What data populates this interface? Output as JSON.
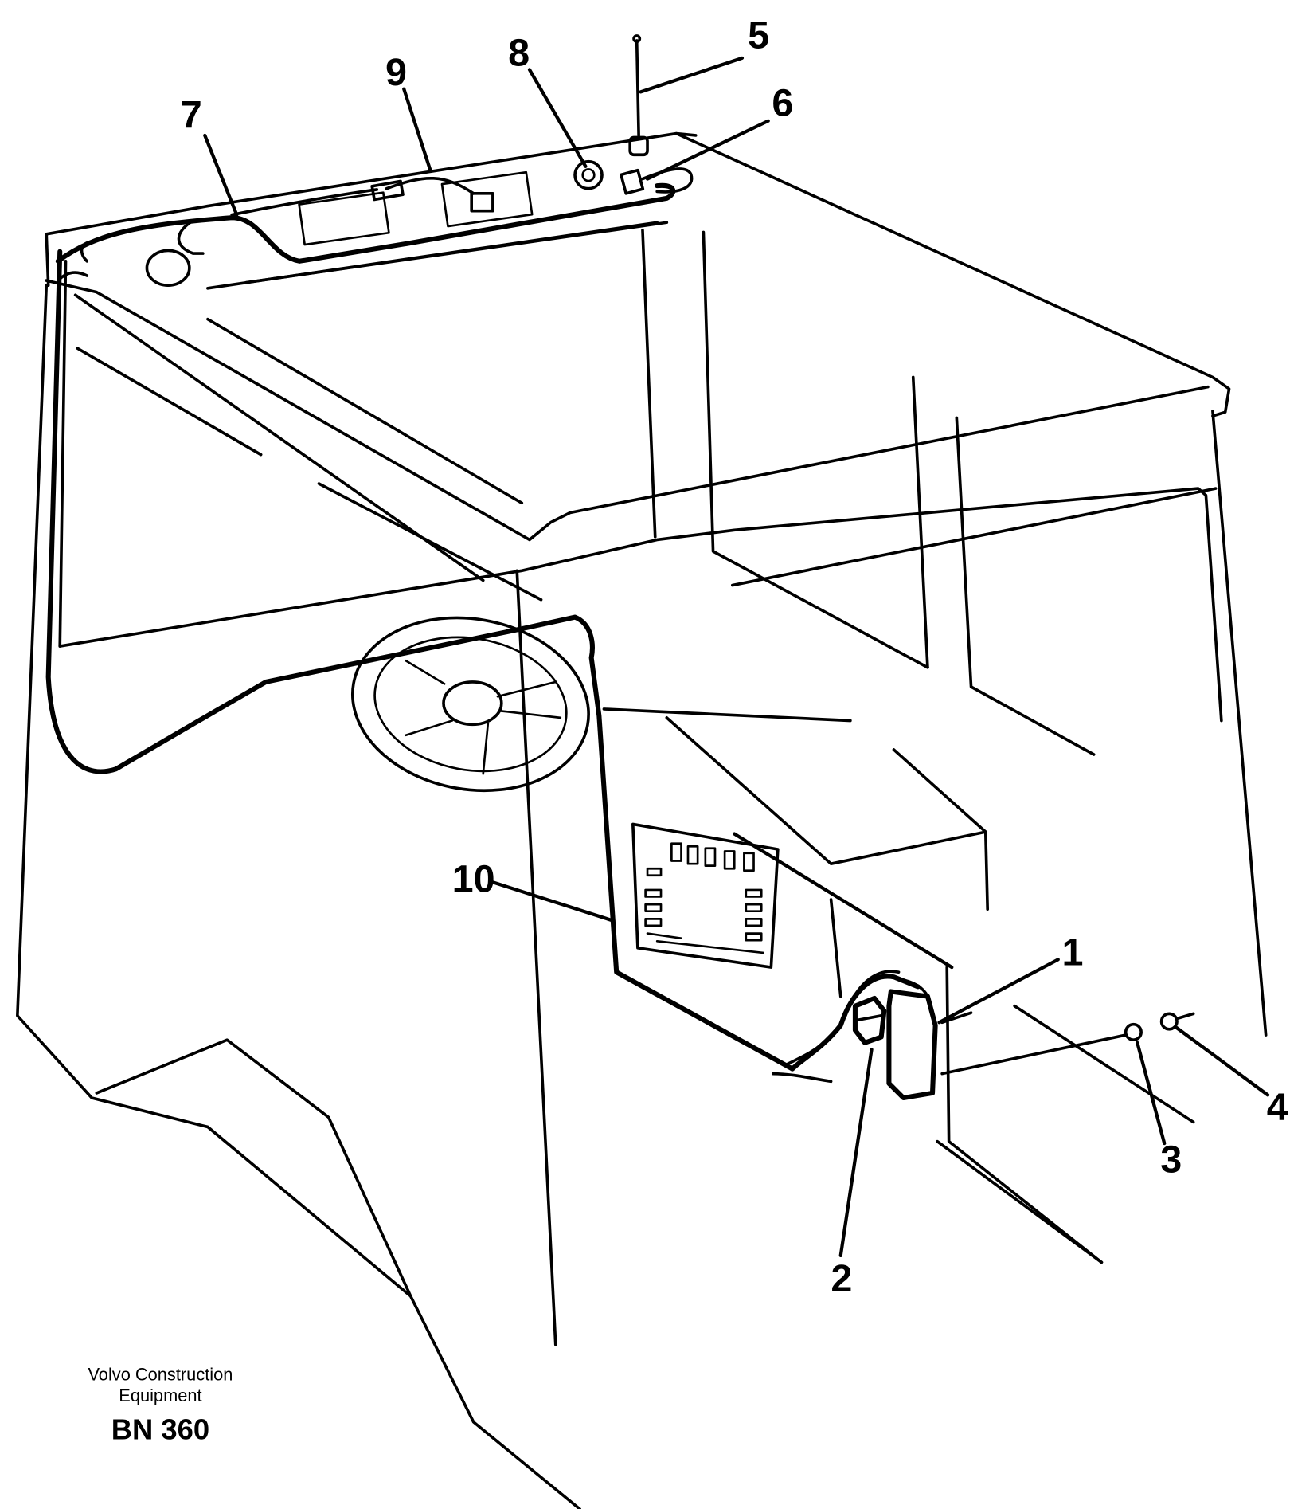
{
  "callouts": [
    {
      "id": "1",
      "label": "1"
    },
    {
      "id": "2",
      "label": "2"
    },
    {
      "id": "3",
      "label": "3"
    },
    {
      "id": "4",
      "label": "4"
    },
    {
      "id": "5",
      "label": "5"
    },
    {
      "id": "6",
      "label": "6"
    },
    {
      "id": "7",
      "label": "7"
    },
    {
      "id": "8",
      "label": "8"
    },
    {
      "id": "9",
      "label": "9"
    },
    {
      "id": "10",
      "label": "10"
    }
  ],
  "footer": {
    "company_line1": "Volvo Construction",
    "company_line2": "Equipment",
    "code": "BN 360"
  }
}
